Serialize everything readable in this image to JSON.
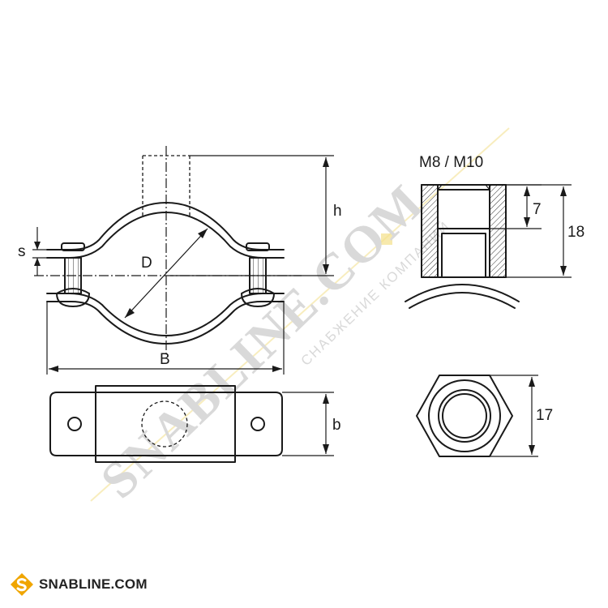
{
  "labels": {
    "s": "s",
    "h": "h",
    "D": "D",
    "B": "B",
    "b": "b",
    "thread": "M8 / M10",
    "seven": "7",
    "eighteen": "18",
    "seventeen": "17"
  },
  "watermark": {
    "main": "SNABLINE.COM",
    "sub": "СНАБЖЕНИЕ КОМПАНИЙ"
  },
  "brand": {
    "name": "SNABLINE.COM",
    "accent": "#f0a500"
  }
}
